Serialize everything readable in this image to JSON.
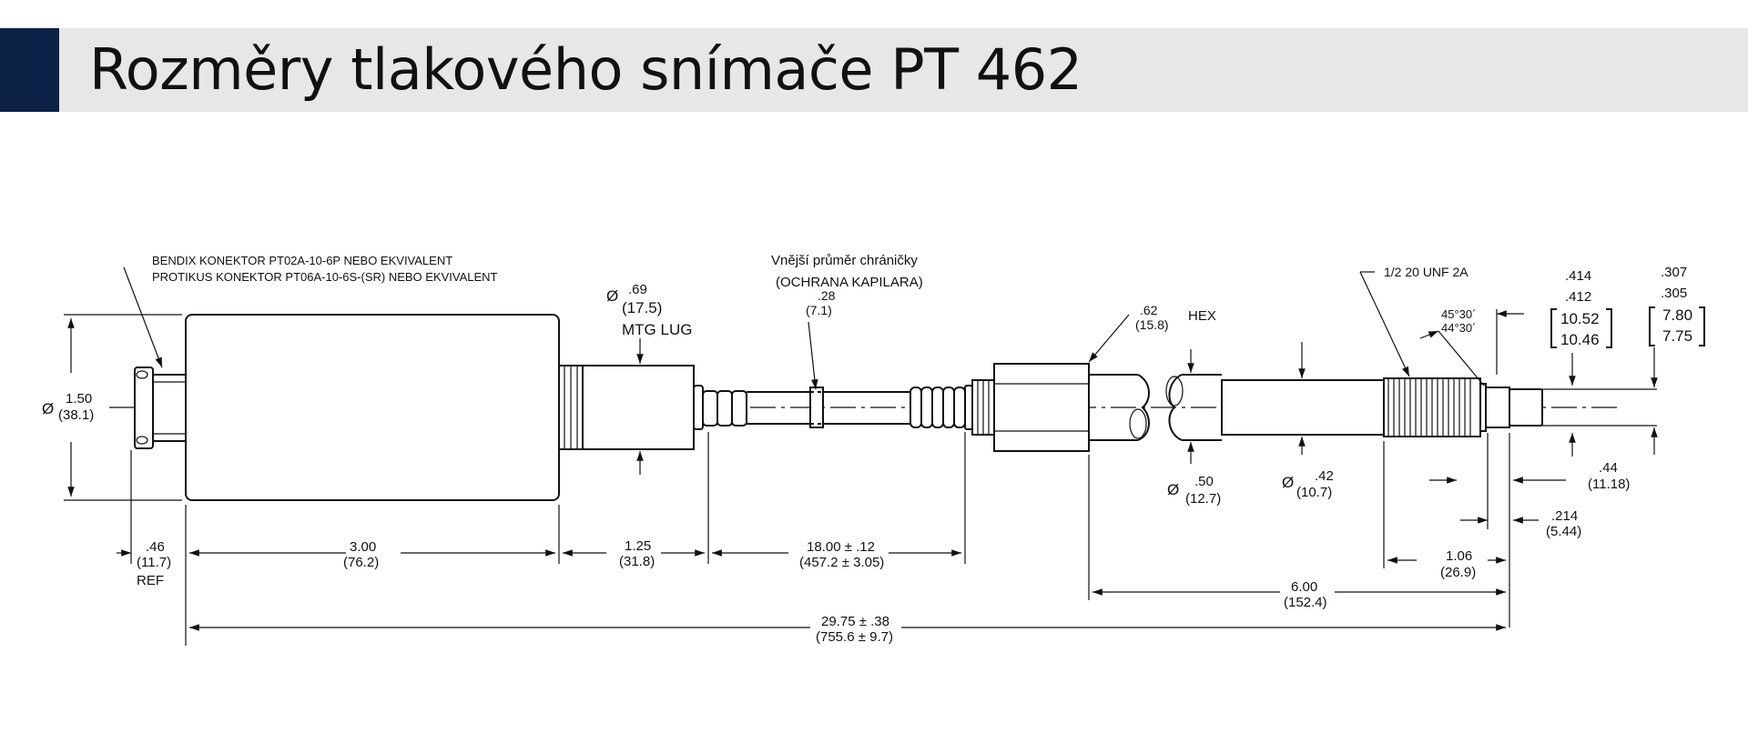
{
  "title": "Rozměry tlakového snímače PT 462",
  "colors": {
    "accent": "#0b2145",
    "title_bar": "#e7e7e7",
    "line": "#111111"
  },
  "labels": {
    "connector_line1": "BENDIX KONEKTOR PT02A-10-6P NEBO EKVIVALENT",
    "connector_line2": "PROTIKUS KONEKTOR PT06A-10-6S-(SR) NEBO EKVIVALENT",
    "capillary_title": "Vnější průměr chráničky",
    "capillary_sub": "(OCHRANA KAPILARA)",
    "mtg_lug": "MTG LUG",
    "hex": "HEX",
    "thread": "1/2 20 UNF 2A",
    "ref": "REF"
  },
  "dimensions": {
    "dia_body": {
      "sym": "Ø",
      "in": "1.50",
      "mm": "(38.1)"
    },
    "lug_dia": {
      "sym": "Ø",
      "in": ".69",
      "mm": "(17.5)"
    },
    "capillary": {
      "in": ".28",
      "mm": "(7.1)"
    },
    "hex": {
      "in": ".62",
      "mm": "(15.8)"
    },
    "dia_50": {
      "sym": "Ø",
      "in": ".50",
      "mm": "(12.7)"
    },
    "dia_42": {
      "sym": "Ø",
      "in": ".42",
      "mm": "(10.7)"
    },
    "angle": {
      "a": "45°30´",
      "b": "44°30´"
    },
    "d414": {
      "a": ".414",
      "b": ".412",
      "c": "10.52",
      "d": "10.46"
    },
    "d307": {
      "a": ".307",
      "b": ".305",
      "c": "7.80",
      "d": "7.75"
    },
    "d44": {
      "in": ".44",
      "mm": "(11.18)"
    },
    "d214": {
      "in": ".214",
      "mm": "(5.44)"
    },
    "d106": {
      "in": "1.06",
      "mm": "(26.9)"
    },
    "d46": {
      "in": ".46",
      "mm": "(11.7)"
    },
    "d300": {
      "in": "3.00",
      "mm": "(76.2)"
    },
    "d125": {
      "in": "1.25",
      "mm": "(31.8)"
    },
    "d1800": {
      "in": "18.00 ± .12",
      "mm": "(457.2 ± 3.05)"
    },
    "d600": {
      "in": "6.00",
      "mm": "(152.4)"
    },
    "d2975": {
      "in": "29.75 ± .38",
      "mm": "(755.6 ± 9.7)"
    }
  }
}
